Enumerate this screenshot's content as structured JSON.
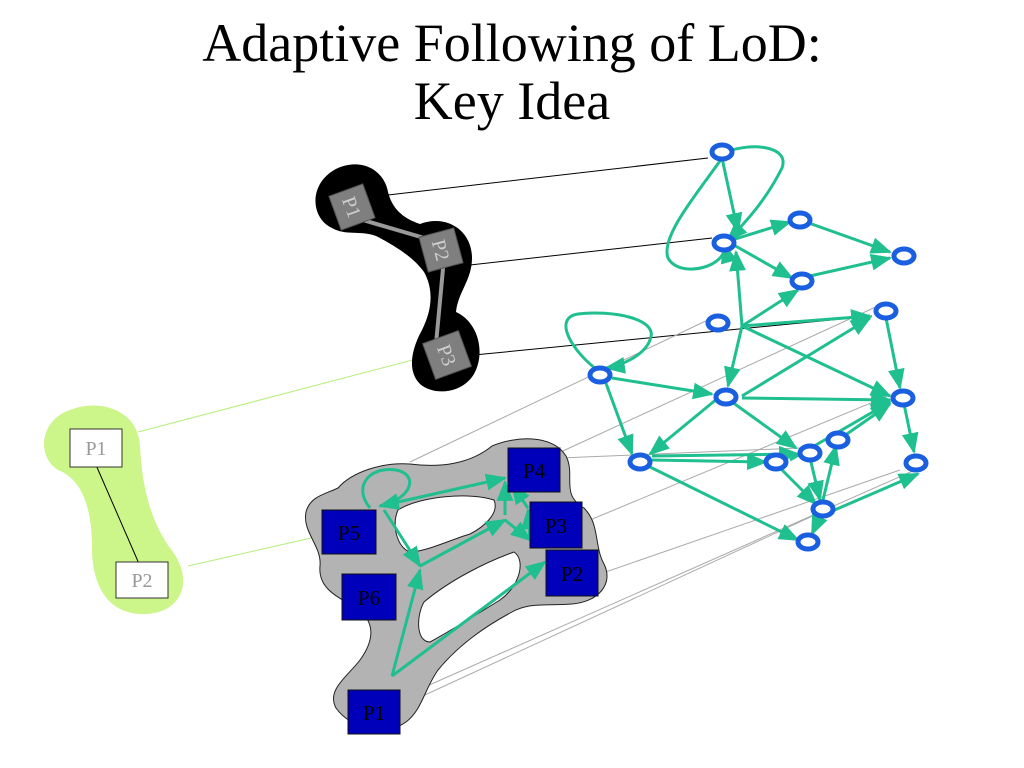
{
  "title": {
    "line1": "Adaptive Following of LoD:",
    "line2": "Key Idea"
  },
  "colors": {
    "edge": "#1fbf8f",
    "node_stroke": "#1a5fe0",
    "coarse_blob": "#000000",
    "coarse_box": "#7f7f7f",
    "fine_blob": "#b3b3b3",
    "fine_box": "#0000bb",
    "green_blob": "#ccf58a",
    "connector_gray": "#aaaaaa",
    "connector_green": "#b5ee7a"
  },
  "coarse_partitions": [
    "P1",
    "P2",
    "P3"
  ],
  "minimal_partitions": [
    "P1",
    "P2"
  ],
  "fine_partitions": [
    "P4",
    "P5",
    "P3",
    "P6",
    "P2",
    "P1"
  ]
}
